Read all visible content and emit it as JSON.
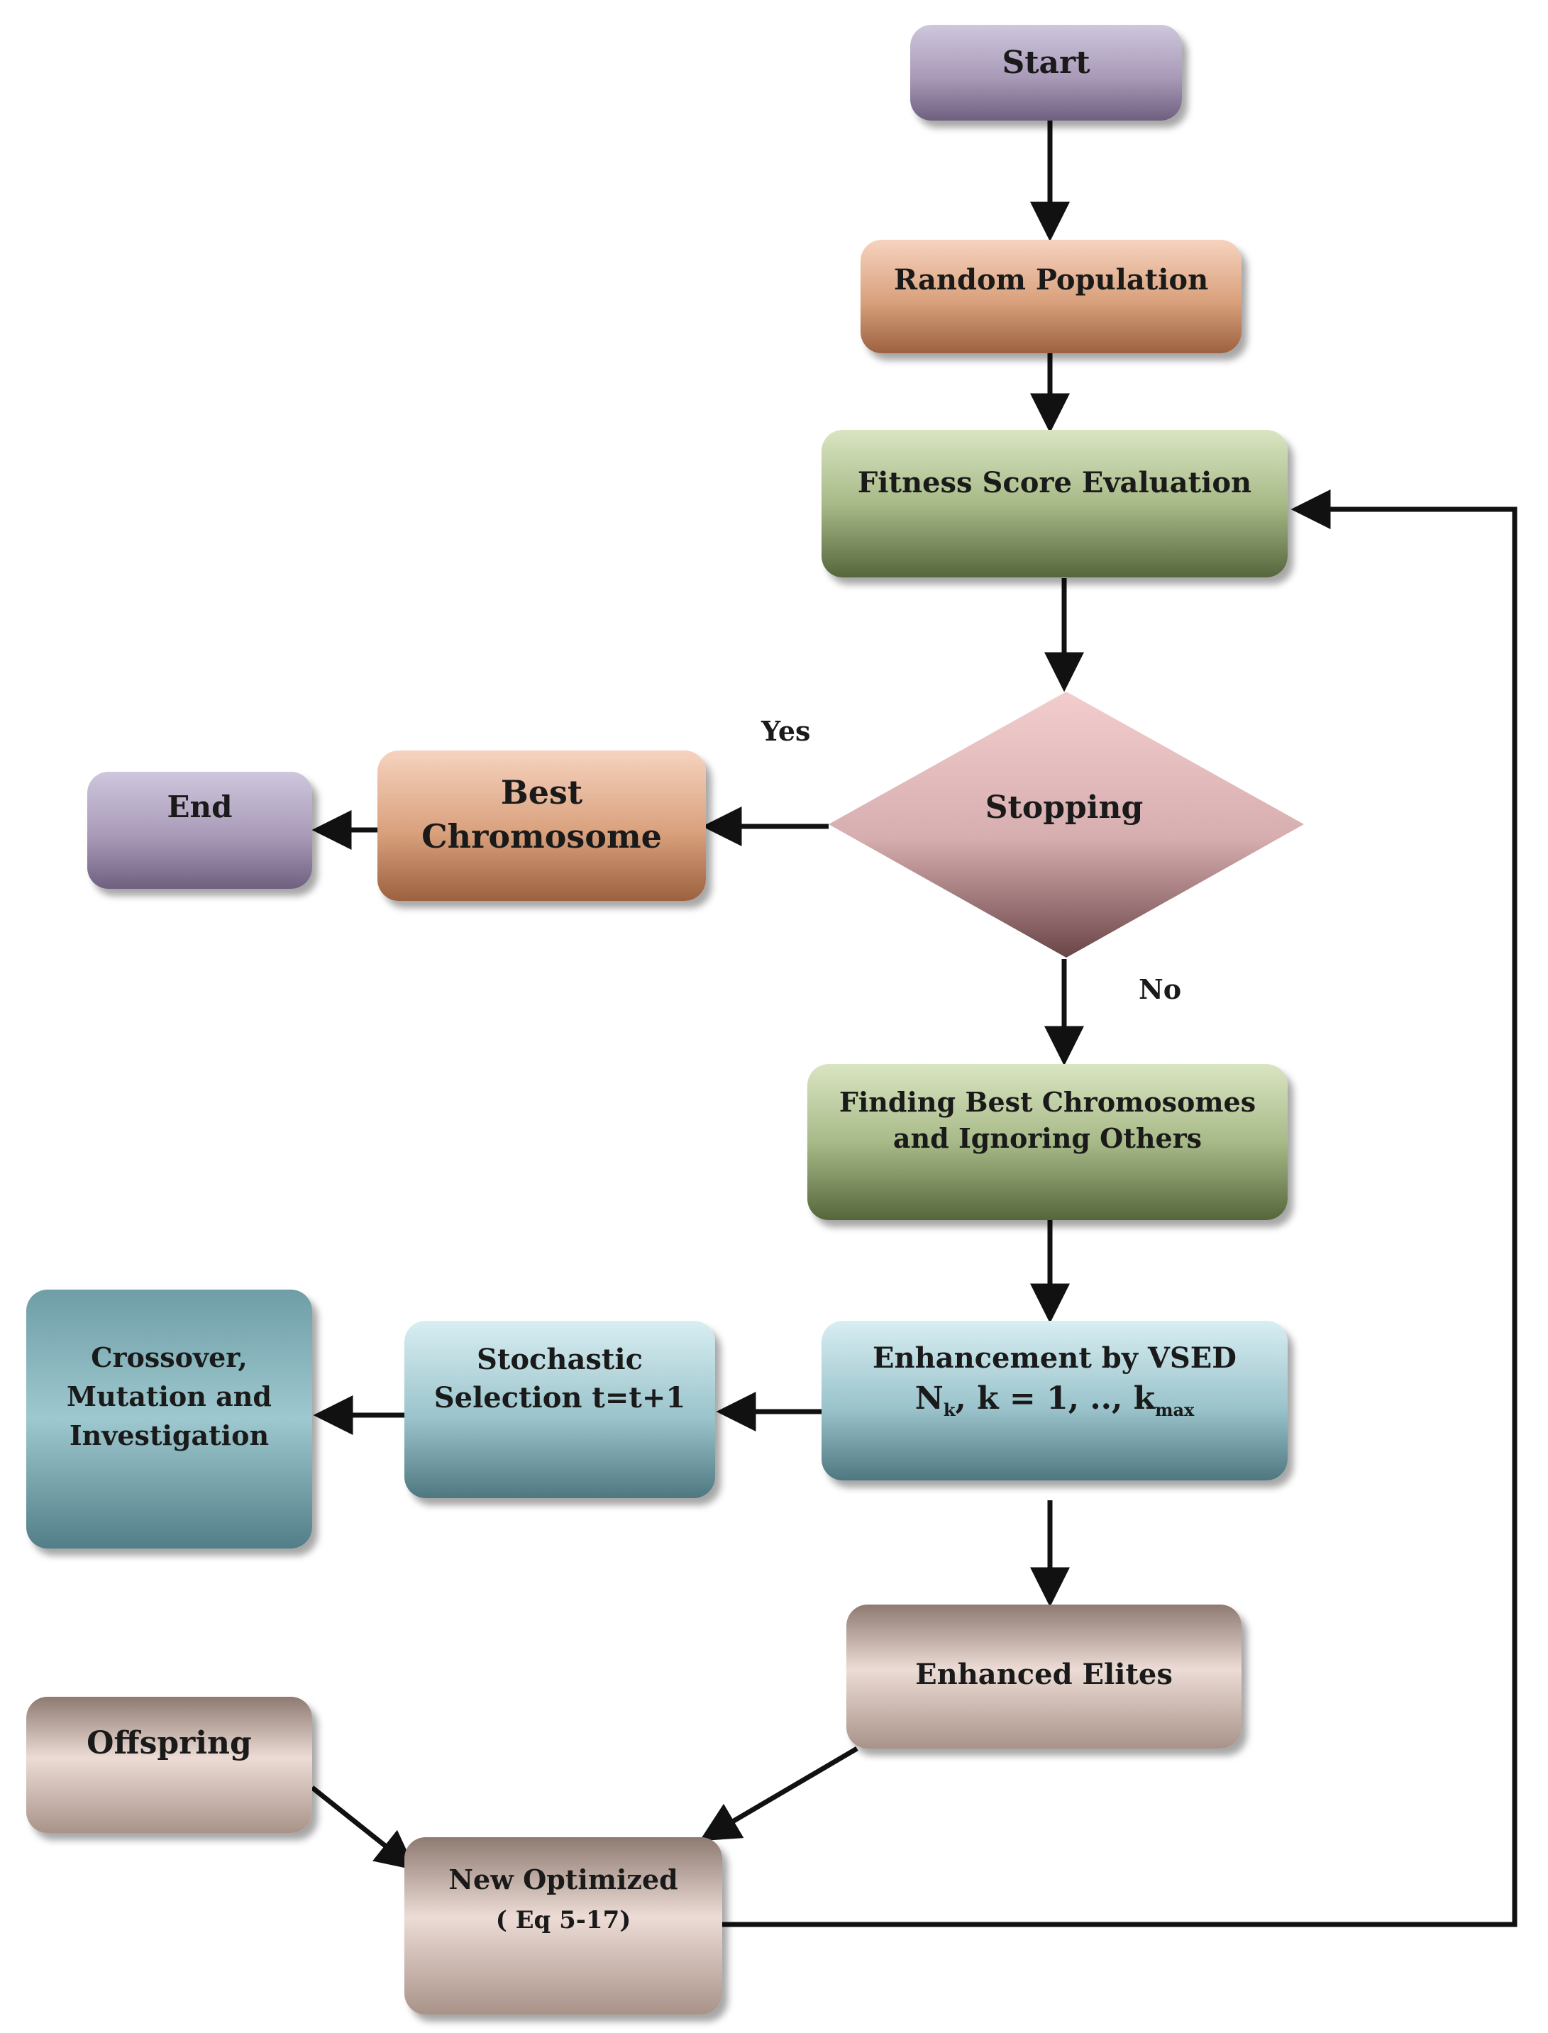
{
  "nodes": {
    "start": "Start",
    "random_population": "Random Population",
    "fitness": "Fitness Score Evaluation",
    "stopping": "Stopping",
    "best_chromosome": [
      "Best",
      "Chromosome"
    ],
    "end": "End",
    "finding_best": [
      "Finding Best Chromosomes",
      "and Ignoring Others"
    ],
    "enhancement": {
      "line1": "Enhancement by VSED",
      "n": "N",
      "n_sub": "k",
      "rest": ", k = 1, .., k",
      "max_sub": "max"
    },
    "stochastic": [
      "Stochastic",
      "Selection t=t+1"
    ],
    "crossover": [
      "Crossover,",
      "Mutation and",
      "Investigation"
    ],
    "enhanced_elites": "Enhanced Elites",
    "offspring": "Offspring",
    "new_optimized": [
      "New Optimized",
      "( Eq 5-17)"
    ]
  },
  "labels": {
    "yes": "Yes",
    "no": "No"
  },
  "colors": {
    "arrow": "#111111",
    "diamond_top": "#f3cdcd",
    "diamond_bottom": "#6a4548"
  }
}
